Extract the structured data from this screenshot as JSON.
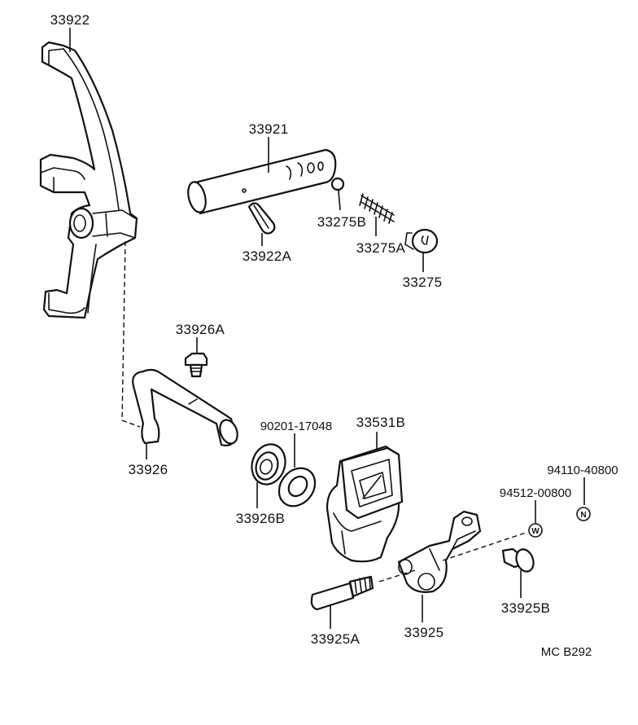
{
  "diagram": {
    "parts": {
      "p33922": "33922",
      "p33921": "33921",
      "p33275B": "33275B",
      "p33922A": "33922A",
      "p33275A": "33275A",
      "p33275": "33275",
      "p33926A": "33926A",
      "p33926": "33926",
      "p90201": "90201-17048",
      "p33531B": "33531B",
      "p94110": "94110-40800",
      "p94512": "94512-00800",
      "p33926B": "33926B",
      "p33925B": "33925B",
      "p33925A": "33925A",
      "p33925": "33925"
    },
    "symbols": {
      "washer": "W",
      "nut": "N"
    },
    "ref_code": "MC B292"
  }
}
